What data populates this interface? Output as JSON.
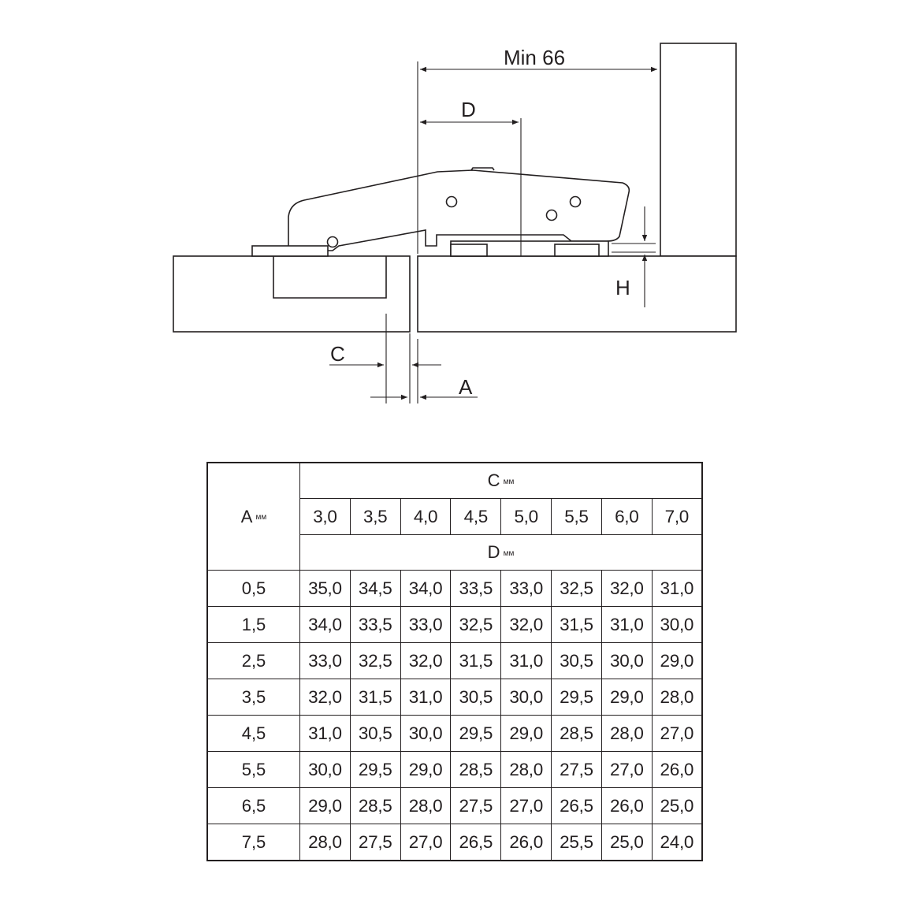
{
  "diagram": {
    "labels": {
      "min_width": "Min 66",
      "D": "D",
      "C": "C",
      "A": "A",
      "H": "H"
    }
  },
  "table": {
    "row_header": {
      "symbol": "A",
      "unit": "мм"
    },
    "column_header": {
      "symbol": "C",
      "unit": "мм"
    },
    "value_header": {
      "symbol": "D",
      "unit": "мм"
    },
    "c_values": [
      "3,0",
      "3,5",
      "4,0",
      "4,5",
      "5,0",
      "5,5",
      "6,0",
      "7,0"
    ],
    "rows": [
      {
        "a": "0,5",
        "d": [
          "35,0",
          "34,5",
          "34,0",
          "33,5",
          "33,0",
          "32,5",
          "32,0",
          "31,0"
        ]
      },
      {
        "a": "1,5",
        "d": [
          "34,0",
          "33,5",
          "33,0",
          "32,5",
          "32,0",
          "31,5",
          "31,0",
          "30,0"
        ]
      },
      {
        "a": "2,5",
        "d": [
          "33,0",
          "32,5",
          "32,0",
          "31,5",
          "31,0",
          "30,5",
          "30,0",
          "29,0"
        ]
      },
      {
        "a": "3,5",
        "d": [
          "32,0",
          "31,5",
          "31,0",
          "30,5",
          "30,0",
          "29,5",
          "29,0",
          "28,0"
        ]
      },
      {
        "a": "4,5",
        "d": [
          "31,0",
          "30,5",
          "30,0",
          "29,5",
          "29,0",
          "28,5",
          "28,0",
          "27,0"
        ]
      },
      {
        "a": "5,5",
        "d": [
          "30,0",
          "29,5",
          "29,0",
          "28,5",
          "28,0",
          "27,5",
          "27,0",
          "26,0"
        ]
      },
      {
        "a": "6,5",
        "d": [
          "29,0",
          "28,5",
          "28,0",
          "27,5",
          "27,0",
          "26,5",
          "26,0",
          "25,0"
        ]
      },
      {
        "a": "7,5",
        "d": [
          "28,0",
          "27,5",
          "27,0",
          "26,5",
          "26,0",
          "25,5",
          "25,0",
          "24,0"
        ]
      }
    ]
  }
}
